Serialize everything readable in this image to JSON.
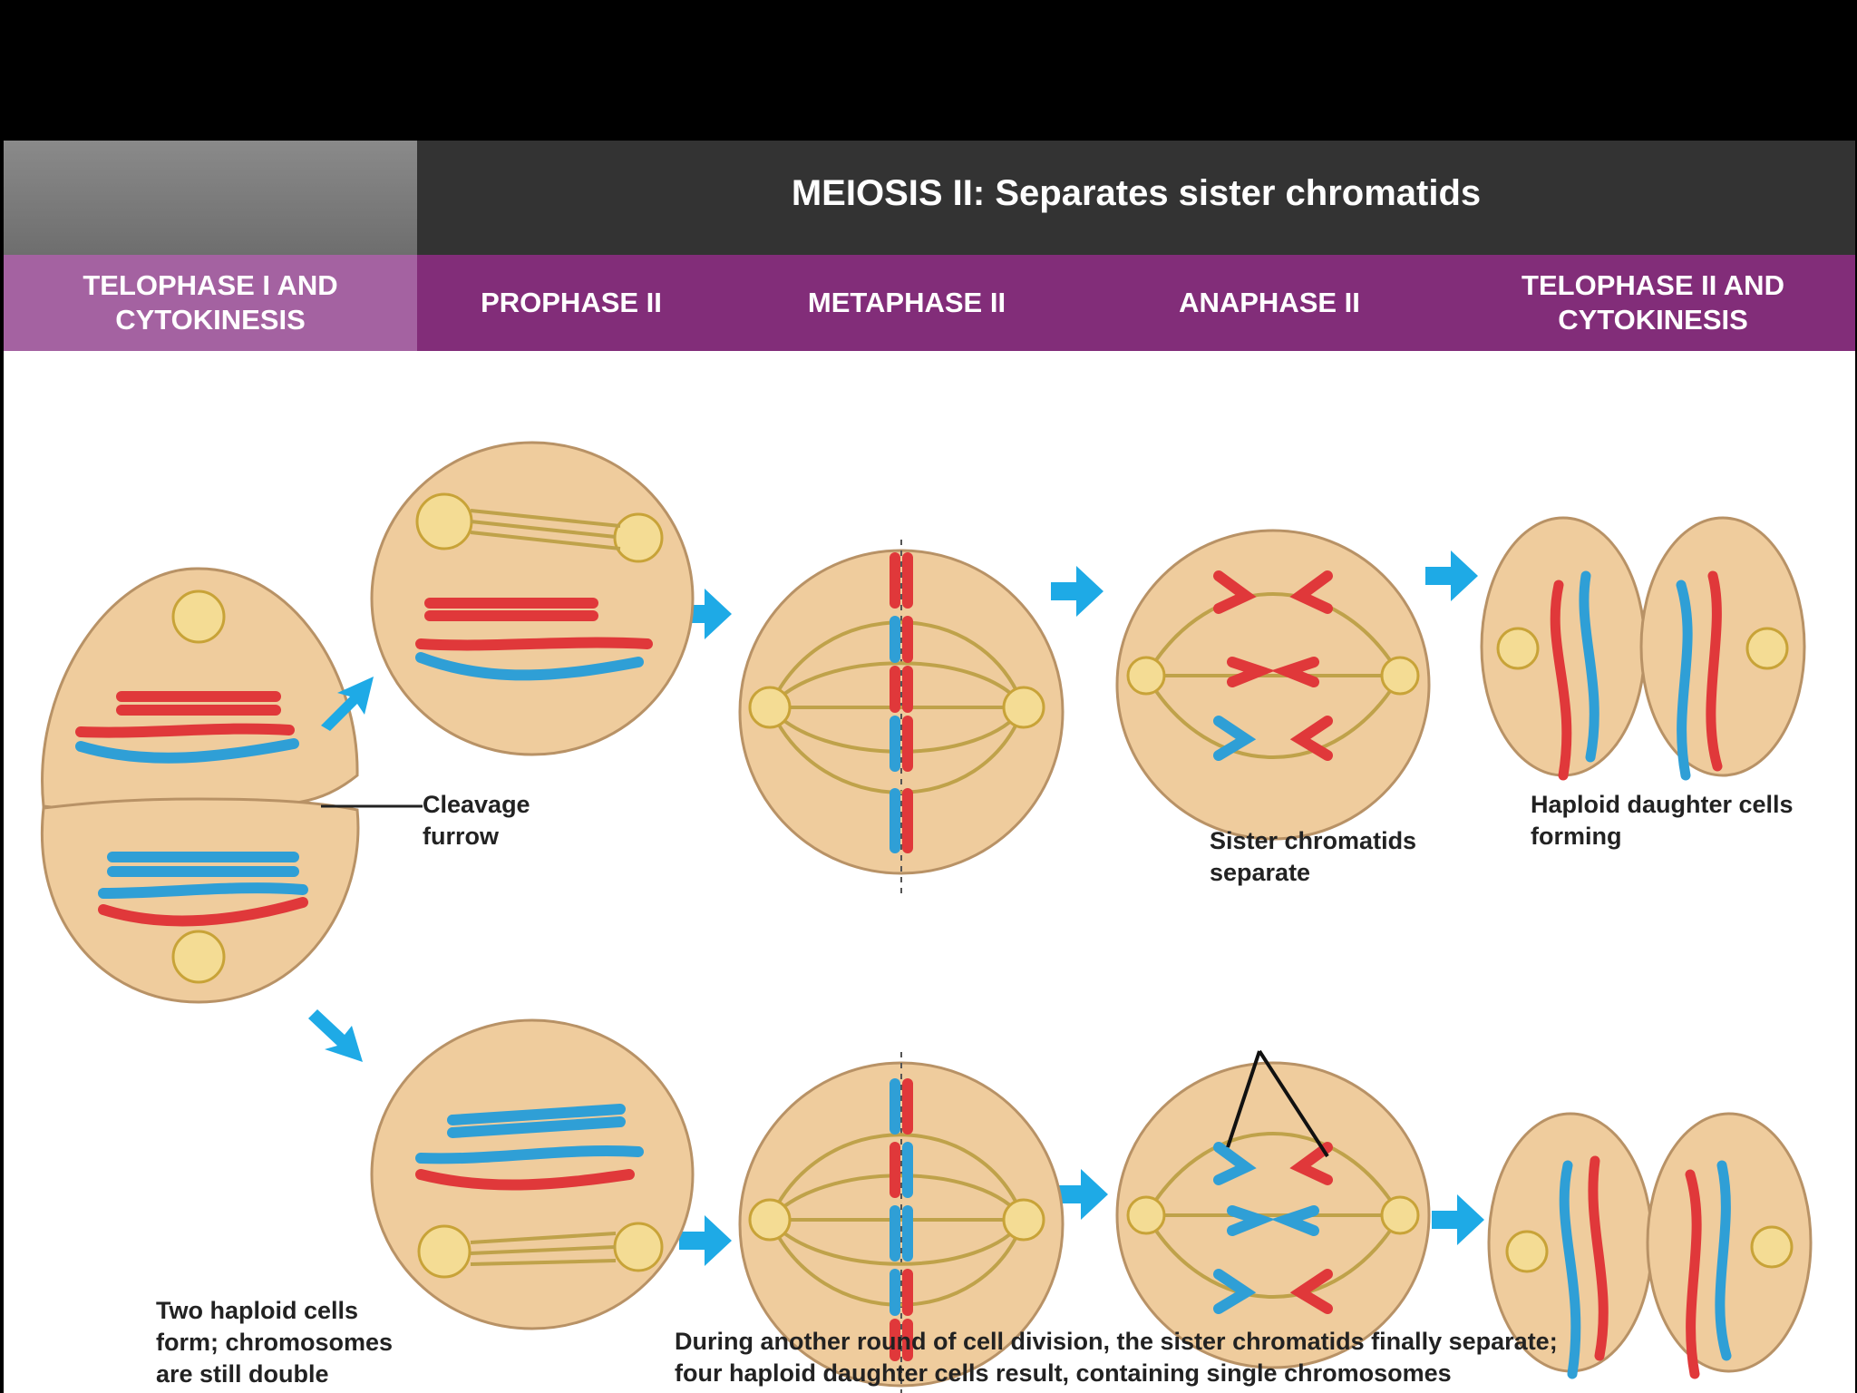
{
  "header": {
    "title": "MEIOSIS II: Separates sister chromatids"
  },
  "phases": [
    {
      "label": "TELOPHASE I AND\nCYTOKINESIS"
    },
    {
      "label": "PROPHASE II"
    },
    {
      "label": "METAPHASE II"
    },
    {
      "label": "ANAPHASE II"
    },
    {
      "label": "TELOPHASE II AND\nCYTOKINESIS"
    }
  ],
  "labels": {
    "cleavage_furrow": "Cleavage\nfurrow",
    "sister_chromatids": "Sister chromatids\nseparate",
    "haploid_daughter": "Haploid daughter cells\nforming",
    "two_haploid": "Two haploid cells\nform; chromosomes\nare still double",
    "caption": "During another round of cell division, the sister chromatids finally separate;\nfour haploid daughter cells result, containing single chromosomes"
  },
  "colors": {
    "cell": "#efcc9d",
    "cell_stroke": "#b89266",
    "chromosome_red": "#e0383a",
    "chromosome_blue": "#2f9fd6",
    "arrow": "#1eaae6",
    "fiber": "#bfa24a",
    "header_dark": "#333333",
    "phase_band": "#822d79"
  }
}
